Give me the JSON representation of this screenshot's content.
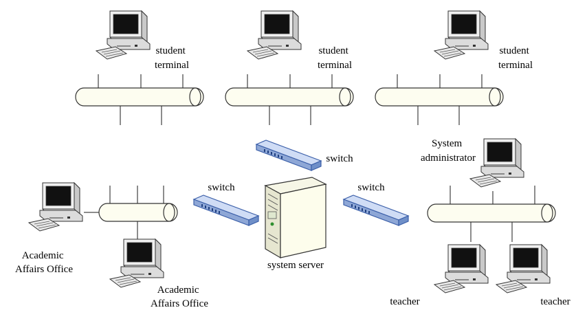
{
  "colors": {
    "line": "#1a1a1a",
    "bus_fill": "#fdfdf0",
    "bus_stroke": "#333333",
    "monitor_body": "#e4e4e4",
    "screen": "#111111",
    "switch_top": "#cfdcf5",
    "switch_side": "#8ea7d6",
    "switch_stroke": "#3a5ea8",
    "server_body": "#fdfdec"
  },
  "labels": {
    "student_terminal_1": [
      "student",
      "terminal"
    ],
    "student_terminal_2": [
      "student",
      "terminal"
    ],
    "student_terminal_3": [
      "student",
      "terminal"
    ],
    "switch_top": "switch",
    "switch_left": "switch",
    "switch_right": "switch",
    "system_administrator": [
      "System",
      "administrator"
    ],
    "academic_affairs_office_1": [
      "Academic",
      "Affairs Office"
    ],
    "academic_affairs_office_2": [
      "Academic",
      "Affairs Office"
    ],
    "system_server": "system server",
    "teacher_1": "teacher",
    "teacher_2": "teacher"
  },
  "icons": {
    "computer": "computer-icon",
    "switch": "network-switch-icon",
    "server": "server-tower-icon",
    "bus": "network-bus-cylinder"
  }
}
